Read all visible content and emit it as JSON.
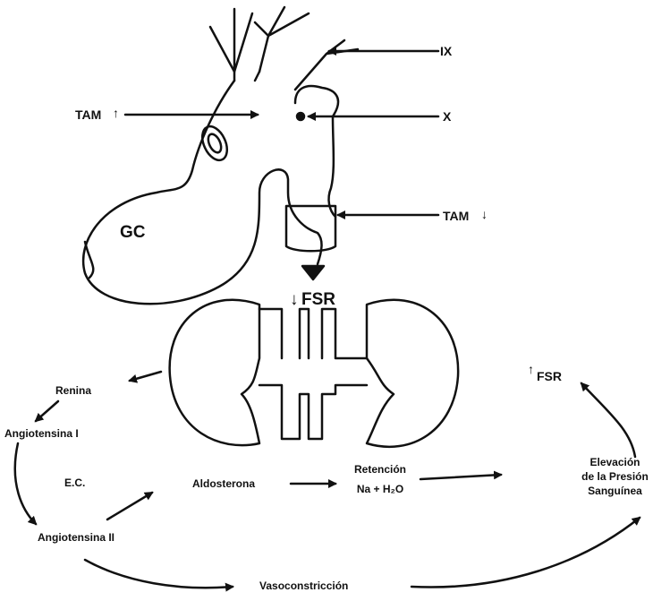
{
  "labels": {
    "ix": "IX",
    "x": "X",
    "tam_up": "TAM",
    "tam_down": "TAM",
    "gc": "GC",
    "fsr_down": "FSR",
    "fsr_up": "FSR",
    "renina": "Renina",
    "angiotensina_1": "Angiotensina  I",
    "ec": "E.C.",
    "angiotensina_2": "Angiotensina  II",
    "aldosterona": "Aldosterona",
    "retencion_1": "Retención",
    "retencion_2": "Na + H₂O",
    "elevacion_1": "Elevación",
    "elevacion_2": "de la Presión",
    "elevacion_3": "Sanguínea",
    "vasoconstriccion": "Vasoconstricción"
  },
  "colors": {
    "ink": "#111111",
    "paper": "#ffffff"
  }
}
